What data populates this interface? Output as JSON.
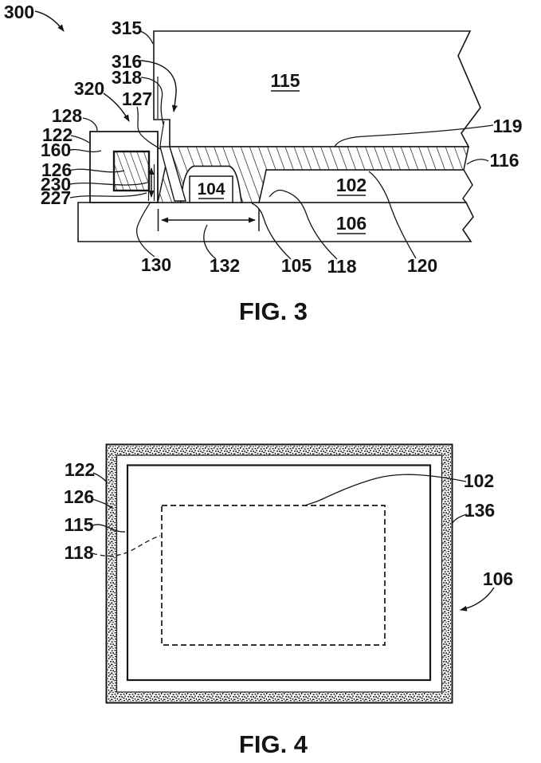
{
  "ink": "#161616",
  "paper": "#ffffff",
  "fig3": {
    "caption": "FIG. 3",
    "labels": {
      "n300": "300",
      "n315": "315",
      "n316": "316",
      "n318": "318",
      "n320": "320",
      "n127": "127",
      "n128": "128",
      "n122": "122",
      "n160": "160",
      "n126": "126",
      "n230": "230",
      "n227": "227",
      "n115": "115",
      "n119": "119",
      "n116": "116",
      "n104": "104",
      "n102": "102",
      "n106": "106",
      "n130": "130",
      "n132": "132",
      "n105": "105",
      "n118": "118",
      "n120": "120"
    }
  },
  "fig4": {
    "caption": "FIG. 4",
    "labels": {
      "n122": "122",
      "n126": "126",
      "n115": "115",
      "n118": "118",
      "n102": "102",
      "n136": "136",
      "n106": "106"
    }
  }
}
